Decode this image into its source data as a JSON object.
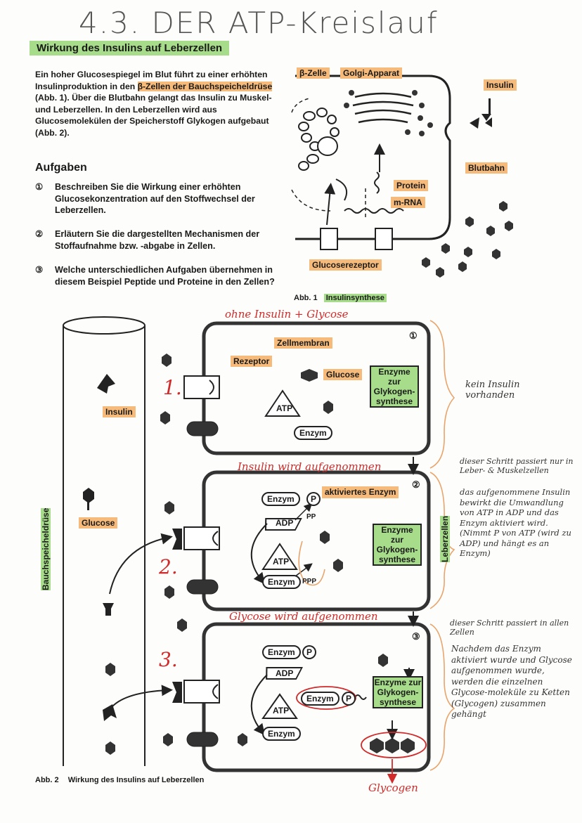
{
  "page": {
    "handwritten_title": "4.3. DER ATP-Kreislauf",
    "section_heading": "Wirkung des Insulins auf Leberzellen",
    "intro_text": {
      "part1": "Ein hoher Glucosespiegel im Blut führt zu einer erhöhten Insulinproduktion in den ",
      "highlight": "β-Zellen der Bauchspeicheldrüse",
      "part2": " (Abb. 1). Über die Blutbahn gelangt das Insulin zu Muskel- und Leberzellen. In den Leberzellen wird aus Glucosemolekülen der Speicherstoff Glykogen aufgebaut (Abb. 2)."
    },
    "tasks_heading": "Aufgaben",
    "tasks": [
      {
        "num": "①",
        "text": "Beschreiben Sie die Wirkung einer erhöhten Glucosekonzentration auf den Stoffwechsel der Leberzellen."
      },
      {
        "num": "②",
        "text": "Erläutern Sie die dargestellten Mechanismen der Stoffaufnahme bzw. -abgabe in Zellen."
      },
      {
        "num": "③",
        "text": "Welche unterschiedlichen Aufgaben übernehmen in diesem Beispiel Peptide und Proteine in den Zellen?"
      }
    ]
  },
  "fig1": {
    "labels": {
      "beta_cell": "β-Zelle",
      "golgi": "Golgi-Apparat",
      "insulin": "Insulin",
      "blood": "Blutbahn",
      "protein": "Protein",
      "mrna": "m-RNA",
      "receptor": "Glucoserezeptor"
    },
    "caption_num": "Abb. 1",
    "caption_text": "Insulinsynthese"
  },
  "fig2": {
    "side_label_pancreas": "Bauchspeicheldrüse",
    "side_label_liver": "Leberzellen",
    "insulin": "Insulin",
    "glucose": "Glucose",
    "cell1": {
      "num": "①",
      "membrane": "Zellmembran",
      "receptor": "Rezeptor",
      "glucose": "Glucose",
      "enzymes": "Enzyme zur Glykogen-synthese",
      "atp": "ATP",
      "enzym": "Enzym"
    },
    "cell2": {
      "num": "②",
      "enzym_p": "Enzym",
      "p": "P",
      "activated": "aktiviertes Enzym",
      "adp": "ADP",
      "atp": "ATP",
      "enzym": "Enzym",
      "pp": "PP",
      "ppp": "PPP",
      "enzymes": "Enzyme zur Glykogen-synthese"
    },
    "cell3": {
      "num": "③",
      "enzym_p": "Enzym",
      "p": "P",
      "adp": "ADP",
      "atp": "ATP",
      "enzym": "Enzym",
      "enzymes": "Enzyme zur Glykogen-synthese"
    },
    "caption_num": "Abb. 2",
    "caption_text": "Wirkung des Insulins auf Leberzellen"
  },
  "handwritten": {
    "top_note": "ohne Insulin + Glycose",
    "step1": "1.",
    "step2": "2.",
    "step3": "3.",
    "insulin_taken": "Insulin wird aufgenommen",
    "glucose_taken": "Glycose wird aufgenommen",
    "glycogen": "Glycogen",
    "note1": "kein Insulin vorhanden",
    "note2_red": "dieser Schritt passiert nur in Leber- & Muskelzellen",
    "note2": "das aufgenommene Insulin bewirkt die Umwandlung von ATP in ADP und das Enzym aktiviert wird. (Nimmt P von ATP (wird zu ADP) und hängt es an Enzym)",
    "note3_red": "dieser Schritt passiert in allen Zellen",
    "note3": "Nachdem das Enzym aktiviert wurde und Glycose aufgenommen wurde, werden die einzelnen Glycose-moleküle zu Ketten (Glycogen) zusammen gehängt"
  },
  "colors": {
    "green": "#a6dc8a",
    "orange": "#f6bb7a",
    "red": "#d12a2a"
  }
}
